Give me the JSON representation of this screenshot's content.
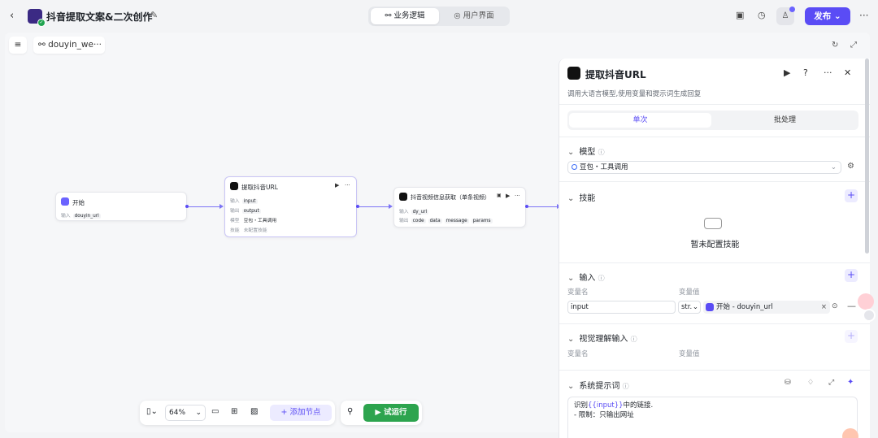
{
  "header": {
    "back_icon": "chevron-left-icon",
    "app_title": "抖音提取文案&二次创作",
    "tabs": [
      {
        "label": "业务逻辑",
        "active": true,
        "icon": "workflow-icon"
      },
      {
        "label": "用户界面",
        "active": false,
        "icon": "palette-icon"
      }
    ],
    "publish_label": "发布",
    "accent_color": "#5a4cf5"
  },
  "canvas": {
    "toggle_icon": "menu-toggle-icon",
    "breadcrumb": "douyin_we···",
    "nodes": {
      "start": {
        "title": "开始",
        "badge": "",
        "input_label": "输入",
        "input_var": "douyin_url"
      },
      "llm": {
        "title": "提取抖音URL",
        "rows": [
          {
            "label": "输入",
            "value": "input"
          },
          {
            "label": "输出",
            "value": "output"
          },
          {
            "label": "模型",
            "value": "豆包・工具调用"
          },
          {
            "label": "技能",
            "value": "未配置技能"
          }
        ]
      },
      "plugin": {
        "title": "抖音视频信息获取（单条视频）",
        "input_label": "输入",
        "input_var": "dy_url",
        "output_label": "输出",
        "outputs": [
          "code",
          "data",
          "message",
          "params"
        ]
      }
    },
    "zoom": "64%",
    "add_node_label": "添加节点",
    "run_label": "试运行"
  },
  "panel": {
    "title": "提取抖音URL",
    "description": "调用大语言模型,使用变量和提示词生成回复",
    "tabs": [
      {
        "label": "单次",
        "active": true
      },
      {
        "label": "批处理",
        "active": false
      }
    ],
    "model_section": "模型",
    "model_value": "豆包・工具调用",
    "skills_section": "技能",
    "skills_empty": "暂未配置技能",
    "input_section": "输入",
    "col_name": "变量名",
    "col_value": "变量值",
    "input_name": "input",
    "input_type": "str.",
    "input_ref_node": "开始",
    "input_ref_var": "douyin_url",
    "vision_section": "视觉理解输入",
    "vision_col_name": "变量名",
    "vision_col_value": "变量值",
    "system_prompt_section": "系统提示词",
    "prompt_line1_prefix": "识别",
    "prompt_line1_var": "{{input}}",
    "prompt_line1_suffix": "中的链接.",
    "prompt_line2": "- 限制：只输出网址"
  }
}
